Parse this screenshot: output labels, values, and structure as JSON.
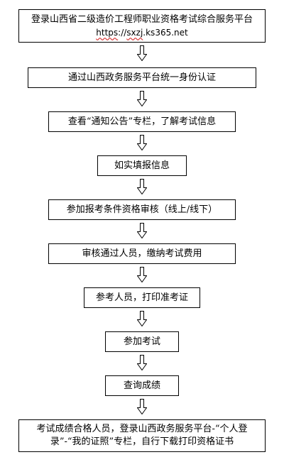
{
  "steps": [
    {
      "line1": "登录山西省二级造价工程师职业资格考试综合服务平台",
      "url_scheme": "https",
      "url_sep": "://",
      "url_sub": "sxzj",
      "url_rest": ".ks365.net"
    },
    {
      "text": "通过山西政务服务平台统一身份认证"
    },
    {
      "text": "查看“通知公告”专栏，了解考试信息"
    },
    {
      "text": "如实填报信息"
    },
    {
      "text": "参加报考条件资格审核（线上/线下）"
    },
    {
      "text": "审核通过人员，缴纳考试费用"
    },
    {
      "text": "参考人员，打印准考证"
    },
    {
      "text": "参加考试"
    },
    {
      "text": "查询成绩"
    },
    {
      "line1": "考试成绩合格人员，登录山西政务服务平台-“个人登",
      "line2": "录”-“我的证照”专栏，自行下载打印资格证书"
    }
  ]
}
